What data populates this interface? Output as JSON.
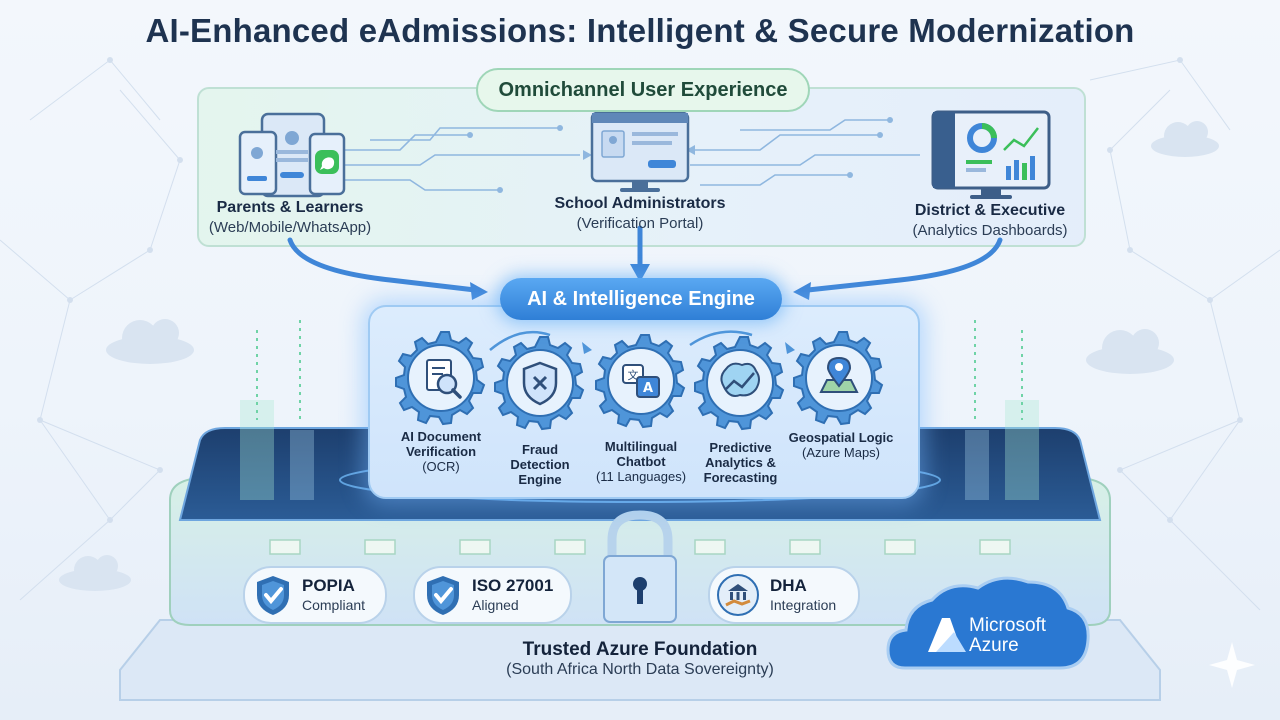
{
  "title": "AI-Enhanced eAdmissions: Intelligent & Secure Modernization",
  "omnichannel": {
    "heading": "Omnichannel User Experience",
    "personas": [
      {
        "label": "Parents & Learners",
        "sub": "(Web/Mobile/WhatsApp)",
        "icon": "devices-icon"
      },
      {
        "label": "School Administrators",
        "sub": "(Verification Portal)",
        "icon": "monitor-portal-icon"
      },
      {
        "label": "District & Executive",
        "sub": "(Analytics Dashboards)",
        "icon": "dashboard-monitor-icon"
      }
    ]
  },
  "engine": {
    "heading": "AI & Intelligence Engine",
    "modules": [
      {
        "line1": "AI Document",
        "line2": "Verification",
        "line3": "(OCR)",
        "icon": "document-search-icon"
      },
      {
        "line1": "Fraud",
        "line2": "Detection",
        "line3": "Engine",
        "icon": "shield-x-icon"
      },
      {
        "line1": "Multilingual",
        "line2": "Chatbot",
        "line3": "(11 Languages)",
        "icon": "translate-icon"
      },
      {
        "line1": "Predictive",
        "line2": "Analytics &",
        "line3": "Forecasting",
        "icon": "brain-chart-icon"
      },
      {
        "line1": "Geospatial Logic",
        "line2": "(Azure Maps)",
        "line3": "",
        "icon": "map-pin-icon"
      }
    ]
  },
  "foundation": {
    "badges": [
      {
        "title": "POPIA",
        "sub": "Compliant",
        "icon": "shield-check-icon"
      },
      {
        "title": "ISO 27001",
        "sub": "Aligned",
        "icon": "shield-check-icon"
      },
      {
        "title": "DHA",
        "sub": "Integration",
        "icon": "government-handshake-icon"
      }
    ],
    "title": "Trusted Azure Foundation",
    "sub": "(South Africa North Data Sovereignty)",
    "provider_line1": "Microsoft",
    "provider_line2": "Azure"
  },
  "colors": {
    "accent_blue": "#2f7fd6",
    "engine_glow": "#7ab9ff",
    "omni_green": "#9fd6b8",
    "text_dark": "#1e3350",
    "azure_cloud": "#2a78d2"
  }
}
